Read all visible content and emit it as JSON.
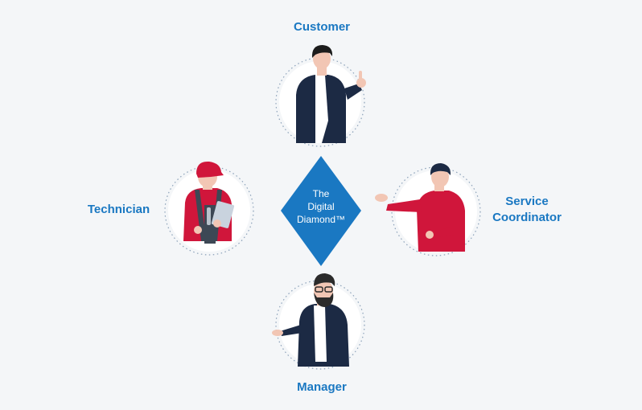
{
  "center": {
    "lines": [
      "The",
      "Digital",
      "Diamond™"
    ],
    "color": "#1a78c2"
  },
  "roles": {
    "customer": "Customer",
    "technician": "Technician",
    "service_coordinator": "Service Coordinator",
    "manager": "Manager"
  },
  "colors": {
    "label": "#1a78c2",
    "accent_red": "#d0163b",
    "navy": "#1c2a44",
    "skin": "#f2c6b4",
    "background": "#f4f6f8"
  }
}
